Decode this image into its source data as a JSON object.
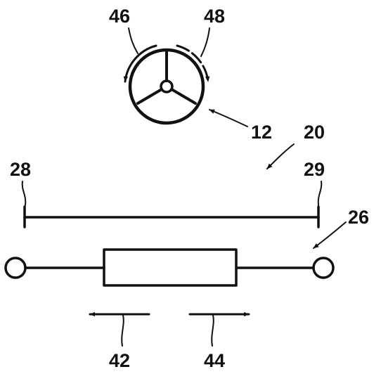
{
  "figure": {
    "labels": {
      "ref_46": "46",
      "ref_48": "48",
      "ref_12": "12",
      "ref_20": "20",
      "ref_28": "28",
      "ref_29": "29",
      "ref_26": "26",
      "ref_42": "42",
      "ref_44": "44"
    },
    "colors": {
      "ink": "#111111",
      "background": "#ffffff"
    }
  }
}
